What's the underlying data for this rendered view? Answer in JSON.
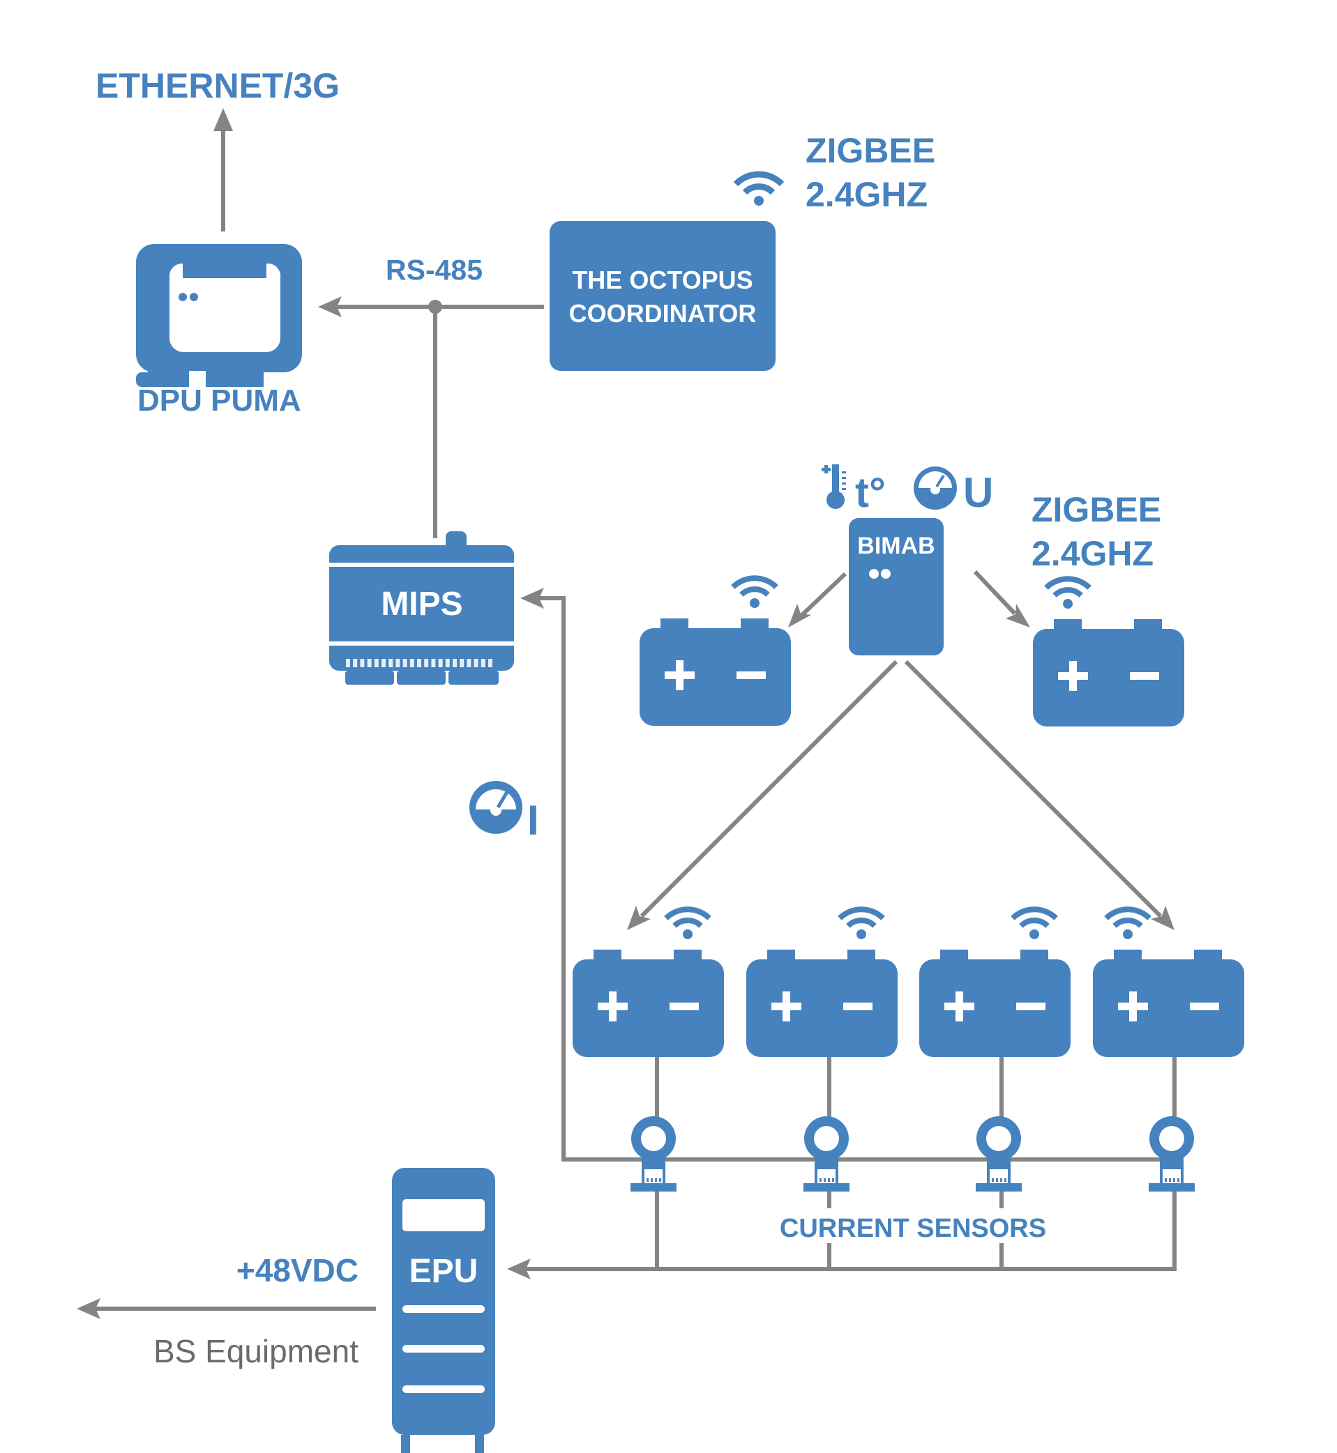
{
  "colors": {
    "primary": "#4682be",
    "connector": "#848484",
    "secondary_text": "#6b6b6b",
    "background": "#ffffff"
  },
  "labels": {
    "uplink": "ETHERNET/3G",
    "dpu": "DPU PUMA",
    "bus": "RS-485",
    "coordinator_line1": "THE OCTOPUS",
    "coordinator_line2": "COORDINATOR",
    "zigbee_top_line1": "ZIGBEE",
    "zigbee_top_line2": "2.4GHZ",
    "zigbee_right_line1": "ZIGBEE",
    "zigbee_right_line2": "2.4GHZ",
    "mips": "MIPS",
    "bimab": "BIMAB",
    "temperature": "t°",
    "voltage": "U",
    "current": "I",
    "current_sensors": "CURRENT SENSORS",
    "epu": "EPU",
    "output_voltage": "+48VDC",
    "output_target": "BS Equipment"
  },
  "battery_symbols": {
    "plus": "+",
    "minus": "−"
  },
  "nodes": [
    {
      "id": "dpu",
      "label": "DPU PUMA",
      "icon": "monitor-icon"
    },
    {
      "id": "coordinator",
      "label": "THE OCTOPUS COORDINATOR",
      "icon": "wifi-icon"
    },
    {
      "id": "mips",
      "label": "MIPS",
      "icon": "controller-module-icon"
    },
    {
      "id": "bimab",
      "label": "BIMAB",
      "icon": "sensor-module-icon"
    },
    {
      "id": "epu",
      "label": "EPU",
      "icon": "power-cabinet-icon"
    }
  ],
  "batteries": {
    "top": [
      {
        "name": "battery-top-left",
        "wifi_over": "right"
      },
      {
        "name": "battery-top-right",
        "wifi_over": "left"
      }
    ],
    "bottom": [
      {
        "name": "battery-1",
        "wifi_over": "right"
      },
      {
        "name": "battery-2",
        "wifi_over": "right"
      },
      {
        "name": "battery-3",
        "wifi_over": "right"
      },
      {
        "name": "battery-4",
        "wifi_over": "left"
      }
    ]
  },
  "current_sensor_count": 4,
  "edges": [
    {
      "from": "dpu",
      "to": "ETHERNET/3G"
    },
    {
      "from": "coordinator",
      "to": "dpu",
      "via": "RS-485"
    },
    {
      "from": "mips",
      "to": "dpu",
      "via": "RS-485"
    },
    {
      "from": "bimab",
      "to": "battery-top-left"
    },
    {
      "from": "bimab",
      "to": "battery-top-right"
    },
    {
      "from": "bimab",
      "to": "battery-1"
    },
    {
      "from": "bimab",
      "to": "battery-4"
    },
    {
      "from": "current-sensors",
      "to": "mips"
    },
    {
      "from": "batteries",
      "to": "epu"
    },
    {
      "from": "epu",
      "to": "BS Equipment"
    }
  ]
}
